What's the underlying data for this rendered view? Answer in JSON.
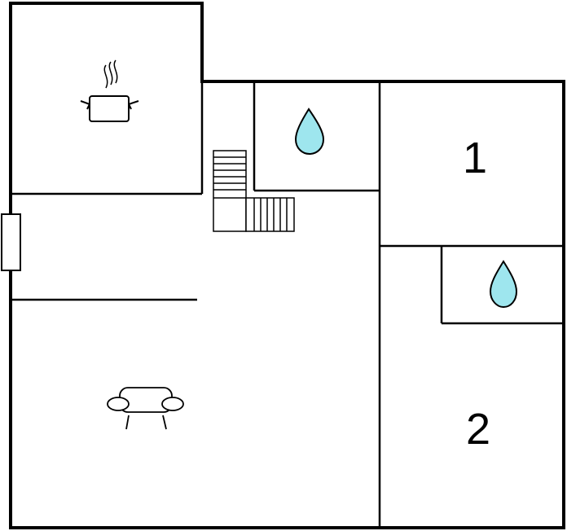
{
  "floor_plan": {
    "colors": {
      "wall": "#000000",
      "background": "#ffffff",
      "water": "#9ee6ee"
    },
    "rooms": [
      {
        "name": "kitchen",
        "icon": "cooking-pot-icon"
      },
      {
        "name": "bathroom",
        "icon": "water-drop-icon"
      },
      {
        "name": "bedroom",
        "label": "1"
      },
      {
        "name": "bathroom",
        "icon": "water-drop-icon"
      },
      {
        "name": "bedroom",
        "label": "2"
      },
      {
        "name": "living-room",
        "icon": "armchair-icon"
      }
    ],
    "fixtures": [
      "staircase-icon",
      "fireplace-icon"
    ]
  }
}
